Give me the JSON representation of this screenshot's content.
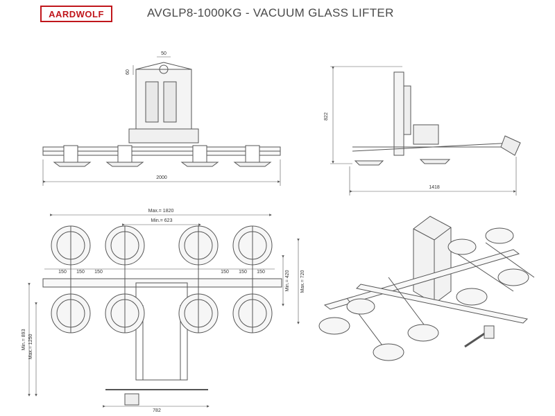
{
  "header": {
    "logo_text": "AARDWOLF",
    "title": "AVGLP8-1000KG - VACUUM GLASS LIFTER"
  },
  "front_view": {
    "dim_top": "50",
    "dim_side": "60",
    "dim_width": "2000"
  },
  "side_view": {
    "dim_height": "822",
    "dim_length": "1418"
  },
  "top_view": {
    "dim_max_width": "Max.= 1820",
    "dim_min_width": "Min.= 623",
    "dim_spacing": [
      "150",
      "150",
      "150",
      "150",
      "150",
      "150"
    ],
    "dim_min_height": "Min.= 420",
    "dim_max_height": "Max.= 720",
    "dim_min_length": "Min.= 893",
    "dim_max_length": "Max.= 1250",
    "dim_base": "782"
  },
  "colors": {
    "brand_red": "#c0161b",
    "line": "#555555"
  }
}
